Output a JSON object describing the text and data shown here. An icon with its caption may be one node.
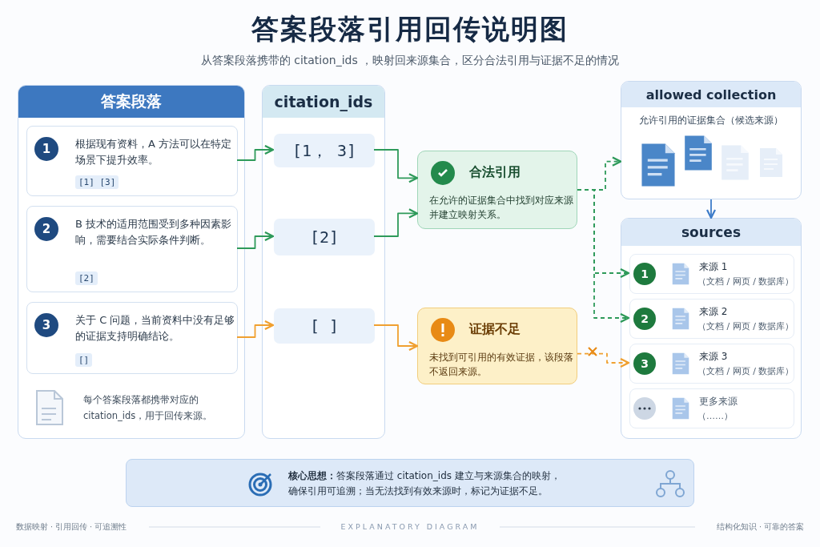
{
  "diagram": {
    "title": "答案段落引用回传说明图",
    "nodes": [
      {
        "text": [
          "答案段落"
        ]
      },
      {
        "text": [
          "1",
          "根据现有资料，A 方法可以在特定场景下提升效率。",
          "[1] [3]"
        ],
        "in": 0
      },
      {
        "text": [
          "2",
          "B 技术的适用范围受到多种因素影响，需要结合实际条件判断。",
          "[2]"
        ],
        "in": 0
      },
      {
        "text": [
          "3",
          "关于 C 问题，当前资料中没有足够的证据支持明确结论。",
          "[]"
        ],
        "in": 0
      },
      {
        "text": [
          "citation_ids"
        ]
      },
      {
        "text": [
          "[1， 3]"
        ],
        "in": 4
      },
      {
        "text": [
          "[2]"
        ],
        "in": 4
      },
      {
        "text": [
          "[ ]"
        ],
        "in": 4
      },
      {
        "text": [
          "合法引用",
          "在允许的证据集合中找到对应来源并建立映射关系。"
        ]
      },
      {
        "text": [
          "证据不足",
          "未找到可引用的有效证据，该段落不返回来源。"
        ]
      },
      {
        "text": [
          "allowed collection",
          "允许引用的证据集合（候选来源）"
        ]
      },
      {
        "text": [
          "sources"
        ]
      },
      {
        "text": [
          "1",
          "来源 1",
          "（文档 / 网页 / 数据库）"
        ],
        "in": 11
      },
      {
        "text": [
          "2",
          "来源 2",
          "（文档 / 网页 / 数据库）"
        ],
        "in": 11
      },
      {
        "text": [
          "3",
          "来源 3",
          "（文档 / 网页 / 数据库）"
        ],
        "in": 11
      },
      {
        "text": [
          "更多来源",
          "（……）"
        ],
        "in": 11
      },
      {
        "text": [
          "**核心思想：**答案段落通过 citation_ids 建立与来源集合的映射，确保引用可追溯；当无法找到有效来源时，标记为证据不足。"
        ]
      }
    ],
    "edges": [
      {
        "from": 1,
        "to": 5,
        "arrow": "to"
      },
      {
        "from": 2,
        "to": 6,
        "arrow": "to"
      },
      {
        "from": 3,
        "to": 7,
        "arrow": "to",
        "color": "#f0a030"
      },
      {
        "from": 5,
        "to": 8,
        "arrow": "to"
      },
      {
        "from": 6,
        "to": 8,
        "arrow": "to"
      },
      {
        "from": 7,
        "to": 9,
        "arrow": "to",
        "color": "#f0a030"
      },
      {
        "from": 8,
        "to": 10,
        "arrow": "to",
        "style": "dashed"
      },
      {
        "from": 8,
        "to": 12,
        "arrow": "to",
        "style": "dashed"
      },
      {
        "from": 8,
        "to": 13,
        "arrow": "to",
        "style": "dashed"
      },
      {
        "from": 10,
        "to": 11,
        "arrow": "to",
        "color": "#3d7cc9"
      },
      {
        "from": 9,
        "to": 14,
        "arrow": "to",
        "style": "dashed",
        "color": "#f0a030"
      }
    ],
    "labels": [
      "从答案段落携带的 citation_ids ，映射回来源集合，区分合法引用与证据不足的情况",
      "每个答案段落都携带对应的 citation_ids，用于回传来源。",
      "数据映射 · 引用回传 · 可追溯性",
      "EXPLANATORY DIAGRAM",
      "结构化知识 · 可靠的答案"
    ]
  }
}
